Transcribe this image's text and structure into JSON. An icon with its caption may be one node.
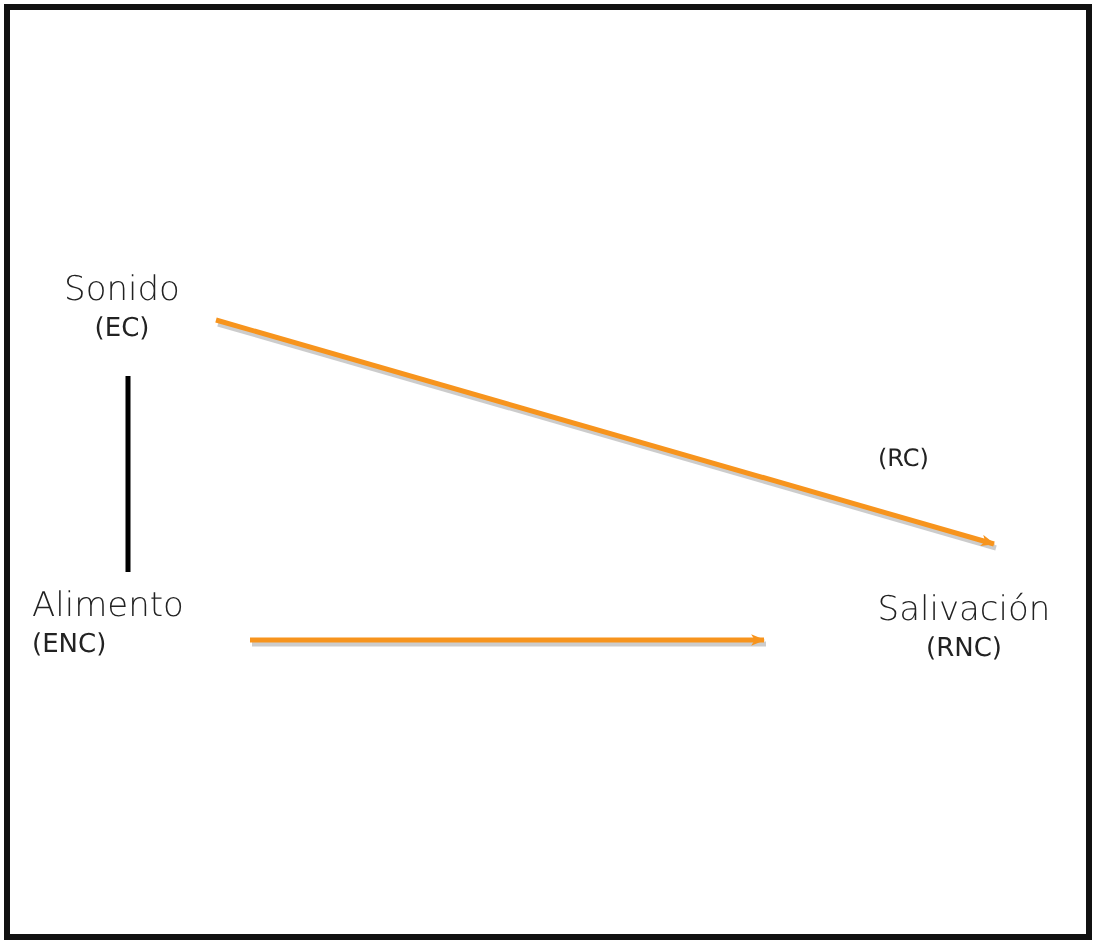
{
  "diagram": {
    "nodes": [
      {
        "text": [
          "Sonido",
          "(EC)"
        ]
      },
      {
        "text": [
          "Alimento",
          "(ENC)"
        ]
      },
      {
        "text": [
          "Salivación",
          "(RNC)"
        ]
      }
    ],
    "edges": [
      {
        "from": 0,
        "to": 1,
        "arrow": "none",
        "color": "#000000"
      },
      {
        "from": 0,
        "to": 2,
        "arrow": "to",
        "label": "(RC)"
      },
      {
        "from": 1,
        "to": null,
        "arrow": "to"
      }
    ]
  }
}
